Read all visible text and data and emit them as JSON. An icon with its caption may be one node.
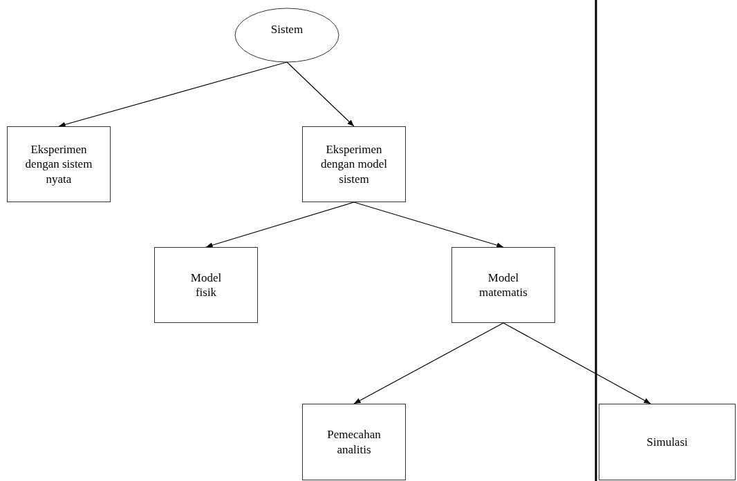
{
  "diagram": {
    "nodes": [
      {
        "text": [
          "Sistem"
        ]
      },
      {
        "text": [
          "Eksperimen dengan sistem nyata"
        ]
      },
      {
        "text": [
          "Eksperimen dengan model sistem"
        ]
      },
      {
        "text": [
          "Model fisik"
        ]
      },
      {
        "text": [
          "Model matematis"
        ]
      },
      {
        "text": [
          "Pemecahan analitis"
        ]
      },
      {
        "text": [
          "Simulasi"
        ]
      }
    ],
    "edges": [
      {
        "from": 0,
        "to": 1,
        "arrow": "to"
      },
      {
        "from": 0,
        "to": 2,
        "arrow": "to"
      },
      {
        "from": 2,
        "to": 3,
        "arrow": "to"
      },
      {
        "from": 2,
        "to": 4,
        "arrow": "to"
      },
      {
        "from": 4,
        "to": 5,
        "arrow": "to"
      },
      {
        "from": 4,
        "to": 6,
        "arrow": "to"
      }
    ]
  }
}
